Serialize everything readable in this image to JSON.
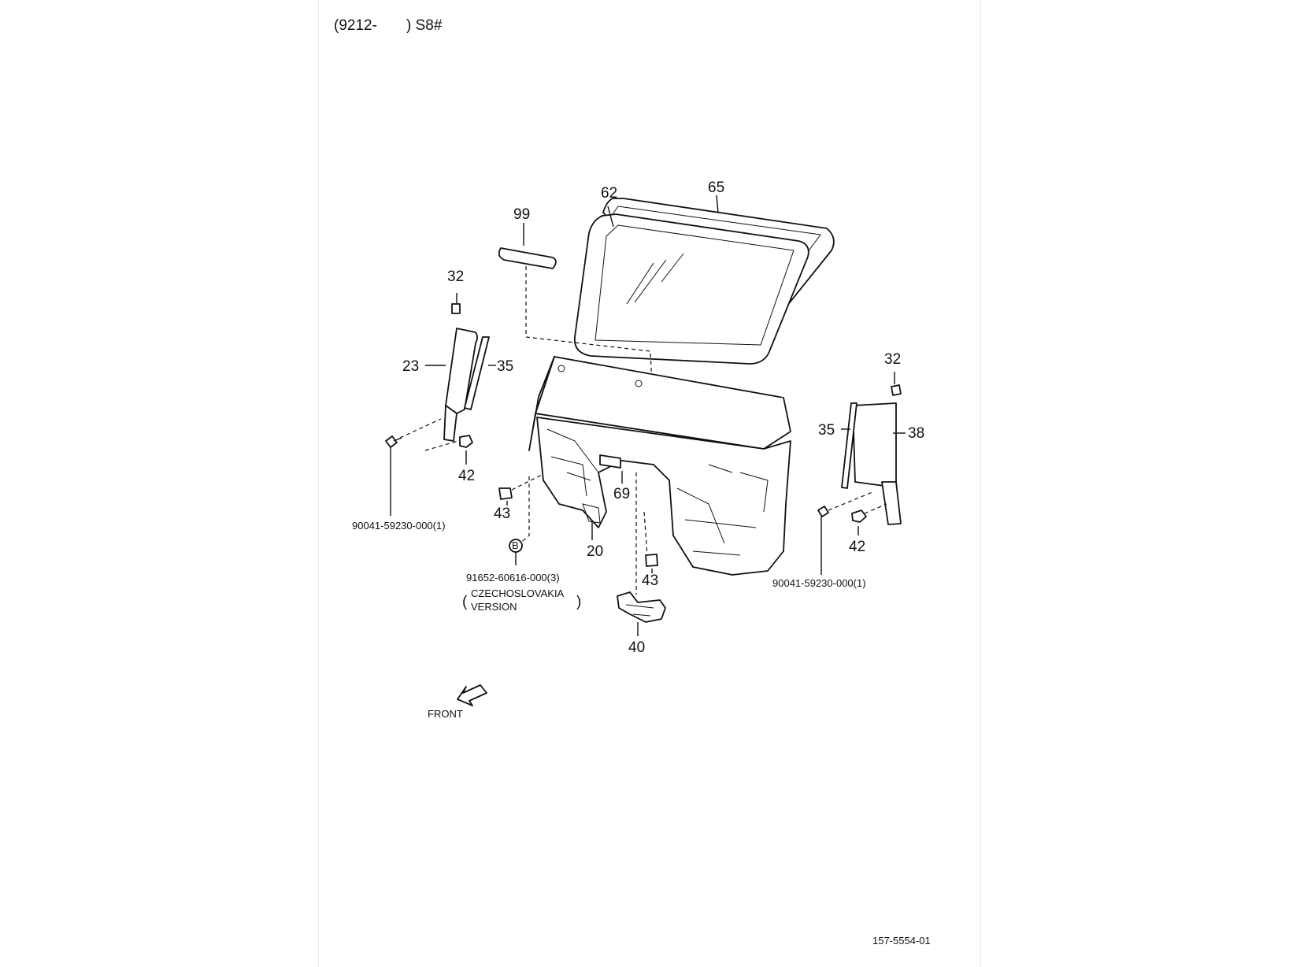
{
  "header": {
    "date_code": "(9212-",
    "model_code": ") S8#"
  },
  "callouts": {
    "c99": "99",
    "c62": "62",
    "c65": "65",
    "c32_left": "32",
    "c23": "23",
    "c35_left": "35",
    "c42_left": "42",
    "c43_left": "43",
    "c20": "20",
    "c69": "69",
    "c43_center": "43",
    "c40": "40",
    "c32_right": "32",
    "c35_right": "35",
    "c38": "38",
    "c42_right": "42"
  },
  "part_numbers": {
    "bolt_left": "90041-59230-000(1)",
    "bolt_right": "90041-59230-000(1)",
    "clip_czech": "91652-60616-000(3)"
  },
  "notes": {
    "czech_line1": "CZECHOSLOVAKIA",
    "czech_line2": "VERSION",
    "open_paren": "(",
    "close_paren": ")",
    "clip_symbol": "B"
  },
  "direction_indicator": {
    "label": "FRONT"
  },
  "footer": {
    "drawing_number": "157-5554-01"
  }
}
